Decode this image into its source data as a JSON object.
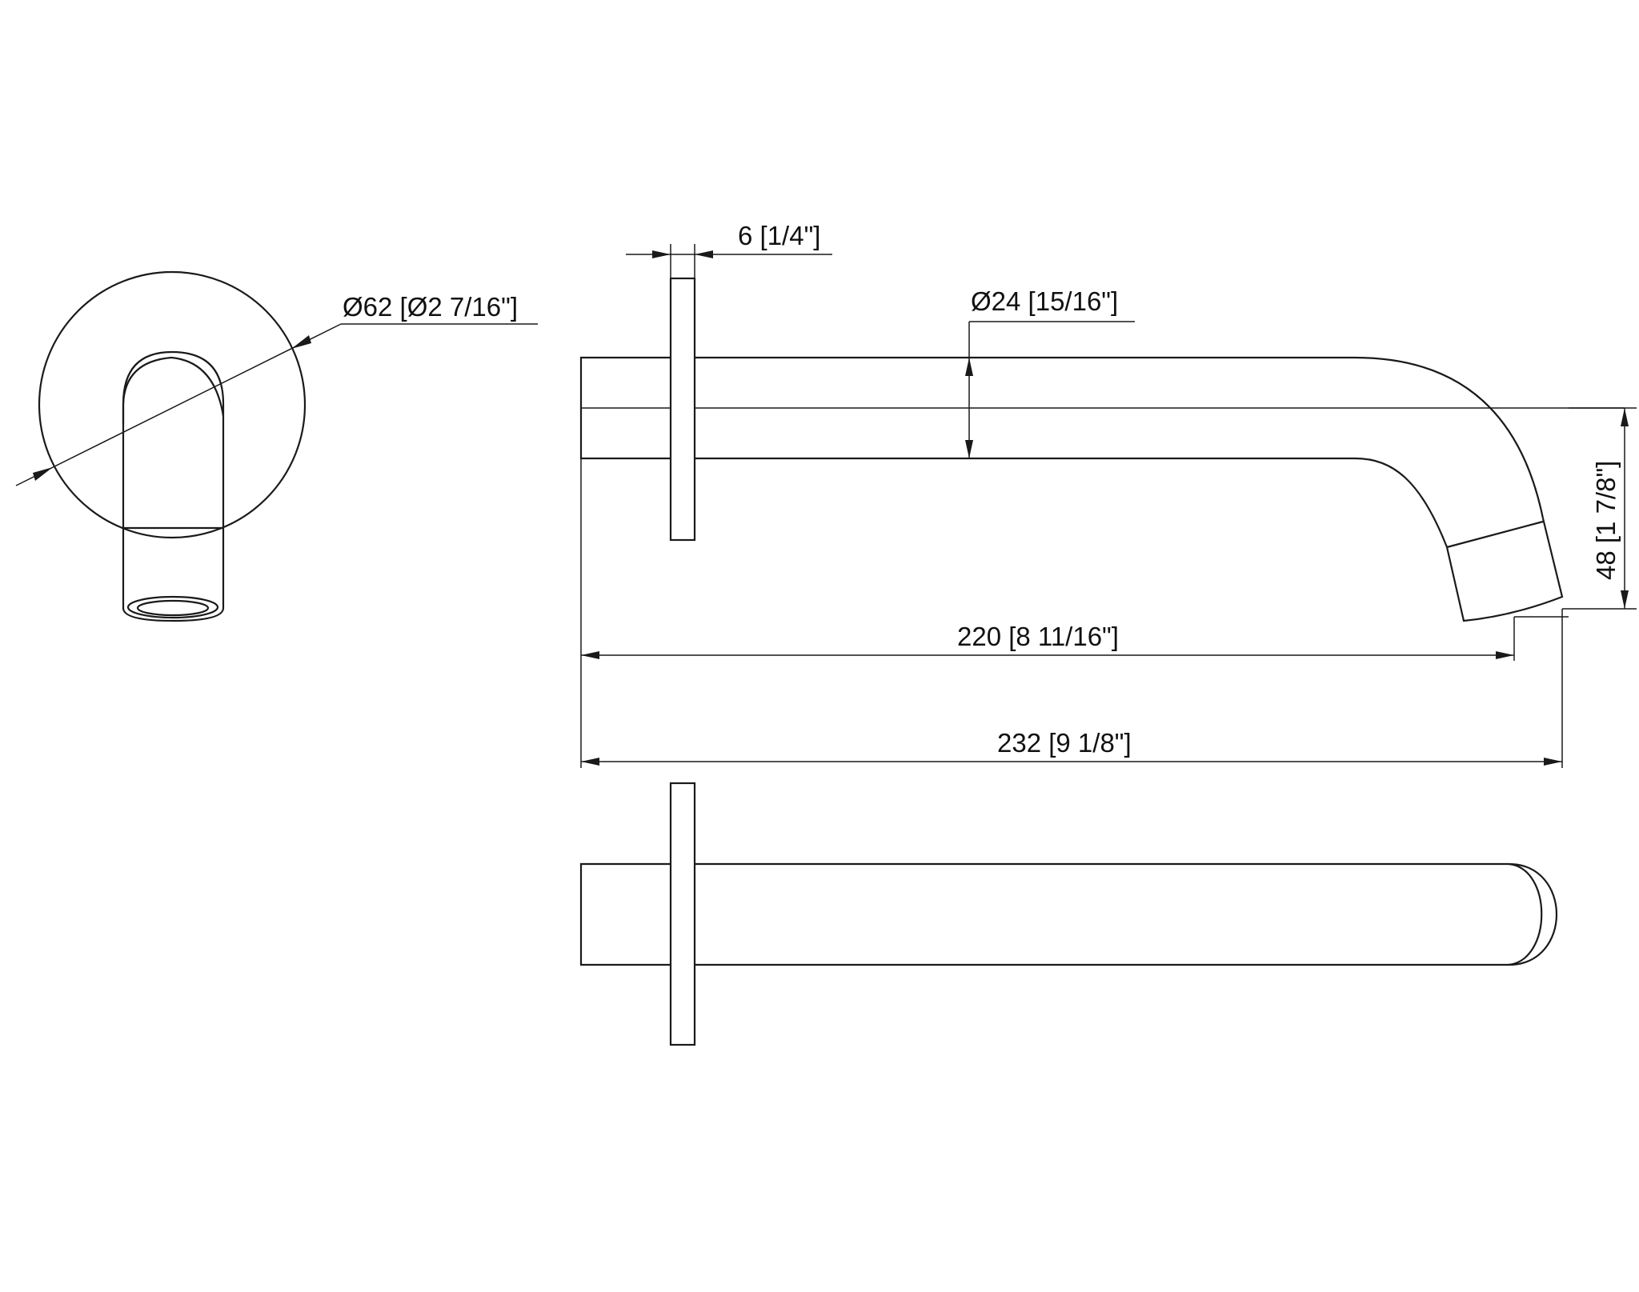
{
  "dimensions": {
    "flange_diameter": "Ø62 [Ø2 7/16\"]",
    "flange_thickness": "6 [1/4\"]",
    "pipe_diameter": "Ø24 [15/16\"]",
    "drop_height": "48 [1 7/8\"]",
    "reach_to_outlet": "220 [8 11/16\"]",
    "overall_length": "232 [9 1/8\"]"
  }
}
